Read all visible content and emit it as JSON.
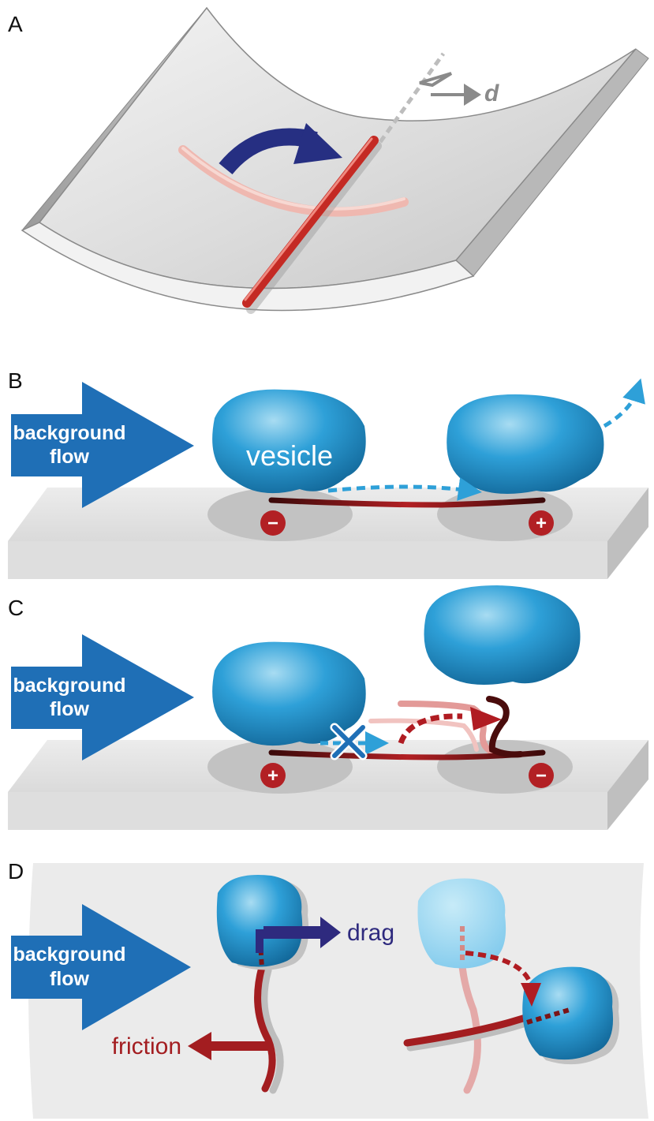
{
  "panels": {
    "a": {
      "letter": "A",
      "displacement_label": "d"
    },
    "b": {
      "letter": "B",
      "flow_line1": "background",
      "flow_line2": "flow",
      "vesicle_label": "vesicle",
      "minus_end": "−",
      "plus_end": "+"
    },
    "c": {
      "letter": "C",
      "flow_line1": "background",
      "flow_line2": "flow",
      "plus_end": "+",
      "minus_end": "−"
    },
    "d": {
      "letter": "D",
      "flow_line1": "background",
      "flow_line2": "flow",
      "drag_label": "drag",
      "friction_label": "friction"
    }
  },
  "colors": {
    "flow_arrow": "#1f6fb6",
    "vesicle": "#2ea0d8",
    "microtubule": "#b22024",
    "curved_arrow": "#262f82",
    "drag_arrow": "#2e2a7e",
    "friction_arrow": "#a31d20",
    "blocked_x": "#1f6fb6",
    "surface": "#e6e6e6"
  }
}
